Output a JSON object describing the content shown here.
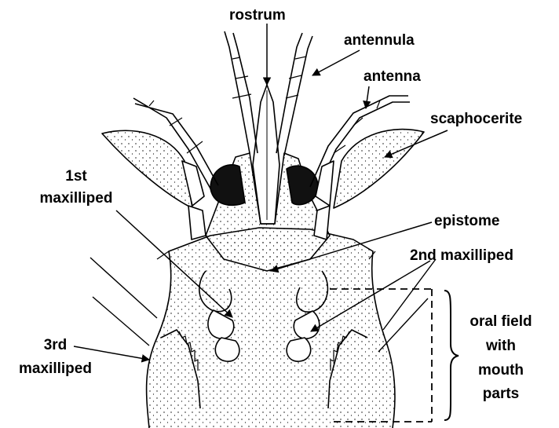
{
  "labels": {
    "rostrum": "rostrum",
    "antennula": "antennula",
    "antenna": "antenna",
    "scaphocerite": "scaphocerite",
    "maxilliped1_line1": "1st",
    "maxilliped1_line2": "maxilliped",
    "epistome": "epistome",
    "maxilliped2": "2nd maxilliped",
    "maxilliped3_line1": "3rd",
    "maxilliped3_line2": "maxilliped",
    "oral_line1": "oral field",
    "oral_line2": "with",
    "oral_line3": "mouth",
    "oral_line4": "parts"
  },
  "colors": {
    "ink": "#000000",
    "eye": "#111111",
    "background": "#ffffff"
  }
}
